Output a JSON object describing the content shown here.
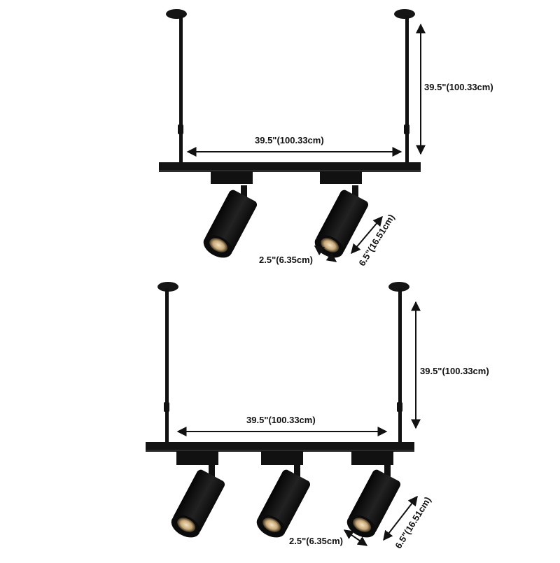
{
  "product": {
    "description": "Black track spotlight fixture dimension diagram",
    "colors": {
      "fixture": "#111111",
      "lens": "#c8a878",
      "background": "#ffffff",
      "text": "#111111"
    }
  },
  "variants": [
    {
      "name": "two-light",
      "light_count": 2,
      "labels": {
        "rail_length": "39.5\"(100.33cm)",
        "drop_height": "39.5\"(100.33cm)",
        "head_diameter": "2.5\"(6.35cm)",
        "head_length": "6.5\"(16.51cm)"
      }
    },
    {
      "name": "three-light",
      "light_count": 3,
      "labels": {
        "rail_length": "39.5\"(100.33cm)",
        "drop_height": "39.5\"(100.33cm)",
        "head_diameter": "2.5\"(6.35cm)",
        "head_length": "6.5\"(16.51cm)"
      }
    }
  ]
}
